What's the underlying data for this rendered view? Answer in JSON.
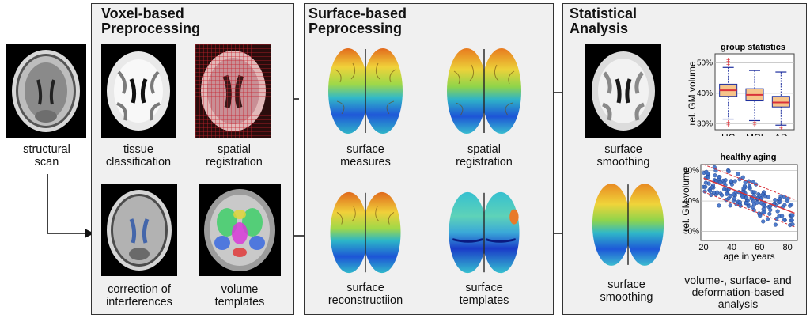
{
  "left": {
    "caption": "structural\nscan"
  },
  "panels": {
    "voxel": {
      "title": "Voxel-based\nPreprocessing",
      "tissue_caption": "tissue\nclassification",
      "spatial_caption": "spatial\nregistration",
      "correction_caption": "correction of\ninterferences",
      "templates_caption": "volume\ntemplates"
    },
    "surface": {
      "title": "Surface-based\nPeprocessing",
      "measures_caption": "surface\nmeasures",
      "spatial_caption": "spatial\nregistration",
      "reconstruction_caption": "surface\nreconstructiion",
      "templates_caption": "surface\ntemplates"
    },
    "stats": {
      "title": "Statistical\nAnalysis",
      "smoothing1_caption": "surface\nsmoothing",
      "smoothing2_caption": "surface\nsmoothing",
      "summary": "volume-, surface- and\ndeformation-based\nanalysis"
    }
  },
  "chart_data": [
    {
      "type": "box",
      "title": "group statistics",
      "ylabel": "rel. GM volume",
      "categories": [
        "HC",
        "MCI",
        "AD"
      ],
      "yticks": [
        "30%",
        "40%",
        "50%"
      ],
      "ylim": [
        28,
        53
      ],
      "box_fill": "#f6c48a",
      "median_color": "#d9323a",
      "whisker_color": "#1c2e9e",
      "outlier_color": "#d9323a",
      "series": [
        {
          "values": {
            "whisker_low": 31.5,
            "q1": 39.0,
            "median": 41.0,
            "q3": 43.0,
            "whisker_high": 48.5,
            "outliers": [
              29.5,
              30.5,
              49.5,
              50.5,
              51.0
            ]
          }
        },
        {
          "values": {
            "whisker_low": 31.0,
            "q1": 37.5,
            "median": 39.5,
            "q3": 41.5,
            "whisker_high": 47.5,
            "outliers": [
              29.5,
              30.5
            ]
          }
        },
        {
          "values": {
            "whisker_low": 29.5,
            "q1": 35.5,
            "median": 37.0,
            "q3": 39.0,
            "whisker_high": 47.0,
            "outliers": [
              28.5
            ]
          }
        }
      ]
    },
    {
      "type": "scatter",
      "title": "healthy aging",
      "xlabel": "age in years",
      "ylabel": "rel. GM volume",
      "xticks": [
        20,
        40,
        60,
        80
      ],
      "yticks": [
        "30%",
        "40%",
        "50%"
      ],
      "xlim": [
        18,
        87
      ],
      "ylim": [
        27,
        52
      ],
      "point_color": "#3d6fc7",
      "fit_color": "#d9323a",
      "fit": {
        "x": [
          20,
          85
        ],
        "y": [
          47.5,
          36.0
        ]
      },
      "band_offset": 4.5
    }
  ]
}
